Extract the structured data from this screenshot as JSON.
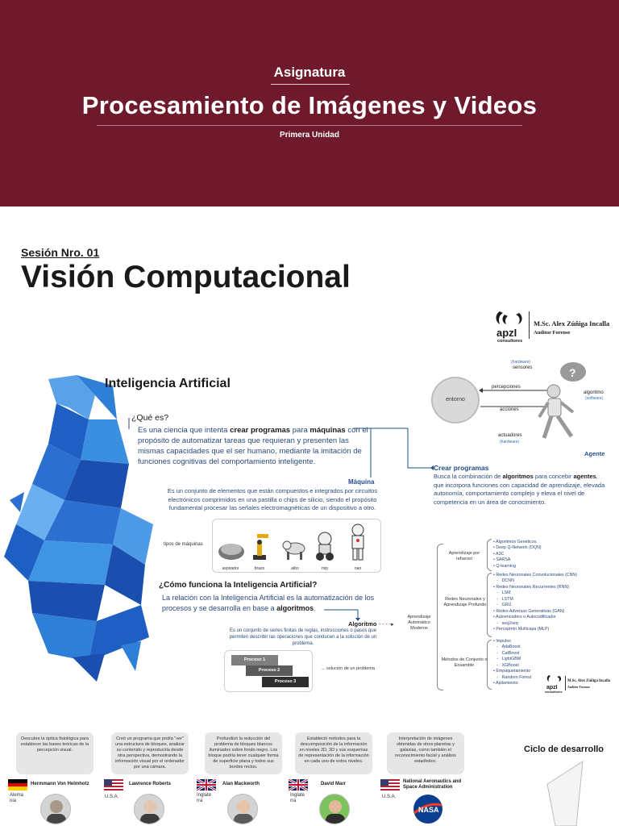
{
  "header": {
    "subtitle": "Asignatura",
    "title": "Procesamiento de Imágenes y Videos",
    "unit": "Primera Unidad"
  },
  "session": {
    "label": "Sesión Nro. 01",
    "title": "Visión Computacional"
  },
  "logo": {
    "brand": "apzI",
    "tagline": "consultores",
    "author": "M.Sc. Alex Zúñiga Incalla",
    "role": "Auditor Forense"
  },
  "ia": {
    "title": "Inteligencia Artificial",
    "q1": "¿Qué es?",
    "p1_a": "Es una ciencia que intenta ",
    "p1_b": "crear programas",
    "p1_c": " para ",
    "p1_d": "máquinas",
    "p1_e": " con el propósito de automatizar tareas que requieran y presenten las mismas capacidades que el ser humano, mediante la imitación de funciones cognitivas del comportamiento inteligente.",
    "maquina_label": "Máquina",
    "maquina_text": "Es un conjunto de elementos que están compuestos e integrados por circuitos electrónicos comprimidos en una pastilla o chips de silicio, siendo el propósito fundamental procesar las señales electromagnéticas de un dispositivo a otro.",
    "tipos_label": "tipos de máquinas",
    "robots": [
      "aspirador",
      "brazo",
      "aibo",
      "mip",
      "nao"
    ],
    "q2": "¿Cómo funciona la Inteligencia Artificial?",
    "p3_a": "La relación con la Inteligencia Artificial es la automatización de los procesos y se desarrolla en base a ",
    "p3_b": "algoritmos",
    "p3_c": ".",
    "algoritmo_label": "Algoritmo",
    "algoritmo_text": "Es un conjunto de series finitas de reglas, instrucciones o pasos que permiten describir las operaciones que conducen a la solución de un problema.",
    "aam": "Aprendizaje Automático Moderno",
    "procesos": [
      "Proceso 1",
      "Proceso 2",
      "Proceso 3"
    ],
    "solucion": "solución de un problema"
  },
  "agent_diagram": {
    "entorno": "entorno",
    "sensores": "sensores",
    "hardware1": "(hardware)",
    "percepciones": "percepciones",
    "algoritmo": "algoritmo",
    "software": "(software)",
    "acciones": "acciones",
    "actuadores": "actuadores",
    "hardware2": "(hardware)",
    "agente": "Agente",
    "crear_title": "Crear programas",
    "crear_a": "Busca la combinación de ",
    "crear_b": "algoritmos",
    "crear_c": " para concebir ",
    "crear_d": "agentes",
    "crear_e": ", que incorpora funciones con capacidad de aprendizaje, elevada autonomía, comportamiento complejo y eleva el nivel de competencia en un área de conocimiento."
  },
  "taxonomy": {
    "groups": [
      {
        "name": "Aprendizaje por refuerzo",
        "items": [
          "Algoritmos Genéticos",
          "Deep Q-Network (DQN)",
          "A3C",
          "SARSA",
          "Q-learning"
        ]
      },
      {
        "name": "Redes Neuronales y Aprendizaje Profundo",
        "items": [
          "Redes Neuronales Convolucionales (CNN)",
          "DCNN",
          "Redes Neuronales Recurrentes (RNN)",
          "LSM",
          "LSTM",
          "GRU",
          "Redes Adversas Generativas (GAN)",
          "Autoencoders o Autocodificador",
          "seq2seq",
          "Perceptrón Multicapa (MLP)"
        ]
      },
      {
        "name": "Métodos de Conjunto o Ensamble",
        "items": [
          "Impulso",
          "AdaBoost",
          "CatBoost",
          "LightGBM",
          "XGBoost",
          "Empaquetamiento",
          "Random Forest",
          "Apilamiento"
        ]
      }
    ]
  },
  "timeline": [
    {
      "text": "Descubre la óptica fisiológica para establecer las bases teóricas de la percepción visual.",
      "name": "Hermmann Von Helmhotz",
      "country": "Alema nia"
    },
    {
      "text": "Creó un programa que podía \"ver\" una estructura de bloques, analizar su contenido y reproducirla desde otra perspectiva, demostrando la información visual por el ordenador por una cámara.",
      "name": "Lawrence Roberts",
      "country": "U.S.A."
    },
    {
      "text": "Profundizó la reducción del problema de bloques blancos iluminados sobre fondo negro. Los bloque podría tener cualquier forma de superficie plana y todos sus bordes rectos.",
      "name": "Alan Mackworth",
      "country": "Inglate rra"
    },
    {
      "text": "Estableció métodos para la descomposición de la información en niveles 2D, 3D y sus esquemas de representación de la información en cada uno de estos niveles.",
      "name": "David Marr",
      "country": "Inglate rra"
    },
    {
      "text": "Interpretación de imágenes obtenidas de otros planetas y galaxias, como también el reconocimiento facial y análisis estadístico.",
      "name": "National Aeronautics and Space Administration",
      "country": "U.S.A."
    }
  ],
  "ciclo": "Ciclo de desarrollo",
  "colors": {
    "banner": "#6e1a2c",
    "accent_blue": "#1f4e8c"
  }
}
